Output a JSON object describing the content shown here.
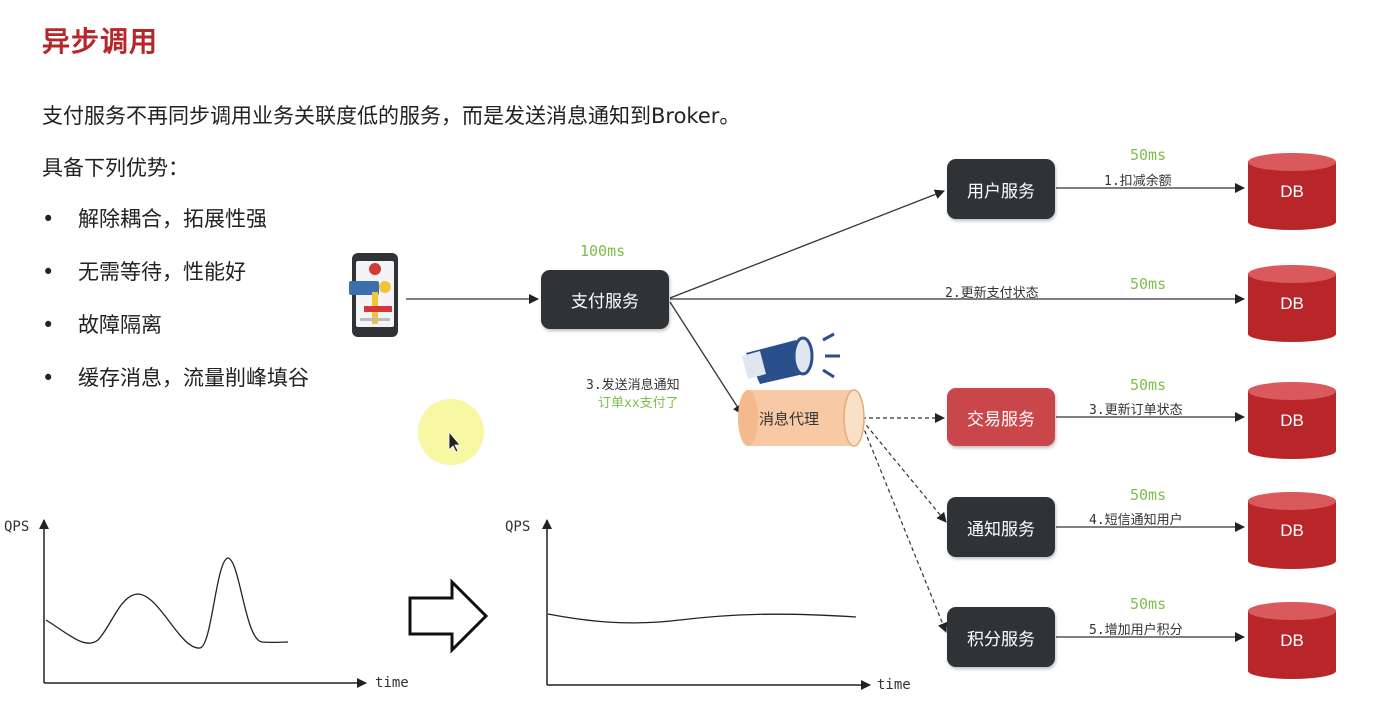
{
  "header": {
    "title": "异步调用",
    "subtitle": "支付服务不再同步调用业务关联度低的服务，而是发送消息通知到Broker。",
    "advantages_title": "具备下列优势："
  },
  "advantages": [
    "解除耦合，拓展性强",
    "无需等待，性能好",
    "故障隔离",
    "缓存消息，流量削峰填谷"
  ],
  "bullet_glyph": "•",
  "diagram": {
    "pay_service": {
      "label": "支付服务",
      "timing": "100ms"
    },
    "broker": {
      "label": "消息代理",
      "label_note_1": "3.发送消息通知",
      "label_note_2": "订单xx支付了"
    },
    "services": [
      {
        "label": "用户服务",
        "arrow_label": "1.扣减余额",
        "timing": "50ms",
        "style": "dark"
      },
      {
        "label": "",
        "arrow_label": "2.更新支付状态",
        "timing": "50ms",
        "style": "none"
      },
      {
        "label": "交易服务",
        "arrow_label": "3.更新订单状态",
        "timing": "50ms",
        "style": "red"
      },
      {
        "label": "通知服务",
        "arrow_label": "4.短信通知用户",
        "timing": "50ms",
        "style": "dark"
      },
      {
        "label": "积分服务",
        "arrow_label": "5.增加用户积分",
        "timing": "50ms",
        "style": "dark"
      }
    ],
    "db_label": "DB"
  },
  "charts": {
    "left": {
      "ylabel": "QPS",
      "xlabel": "time"
    },
    "right": {
      "ylabel": "QPS",
      "xlabel": "time"
    }
  },
  "colors": {
    "title": "#b5272d",
    "timing": "#7cc04b",
    "db": "#b8262a",
    "dark_box": "#2f3336",
    "red_box": "#c9474a",
    "broker": "#f7c9a4"
  }
}
